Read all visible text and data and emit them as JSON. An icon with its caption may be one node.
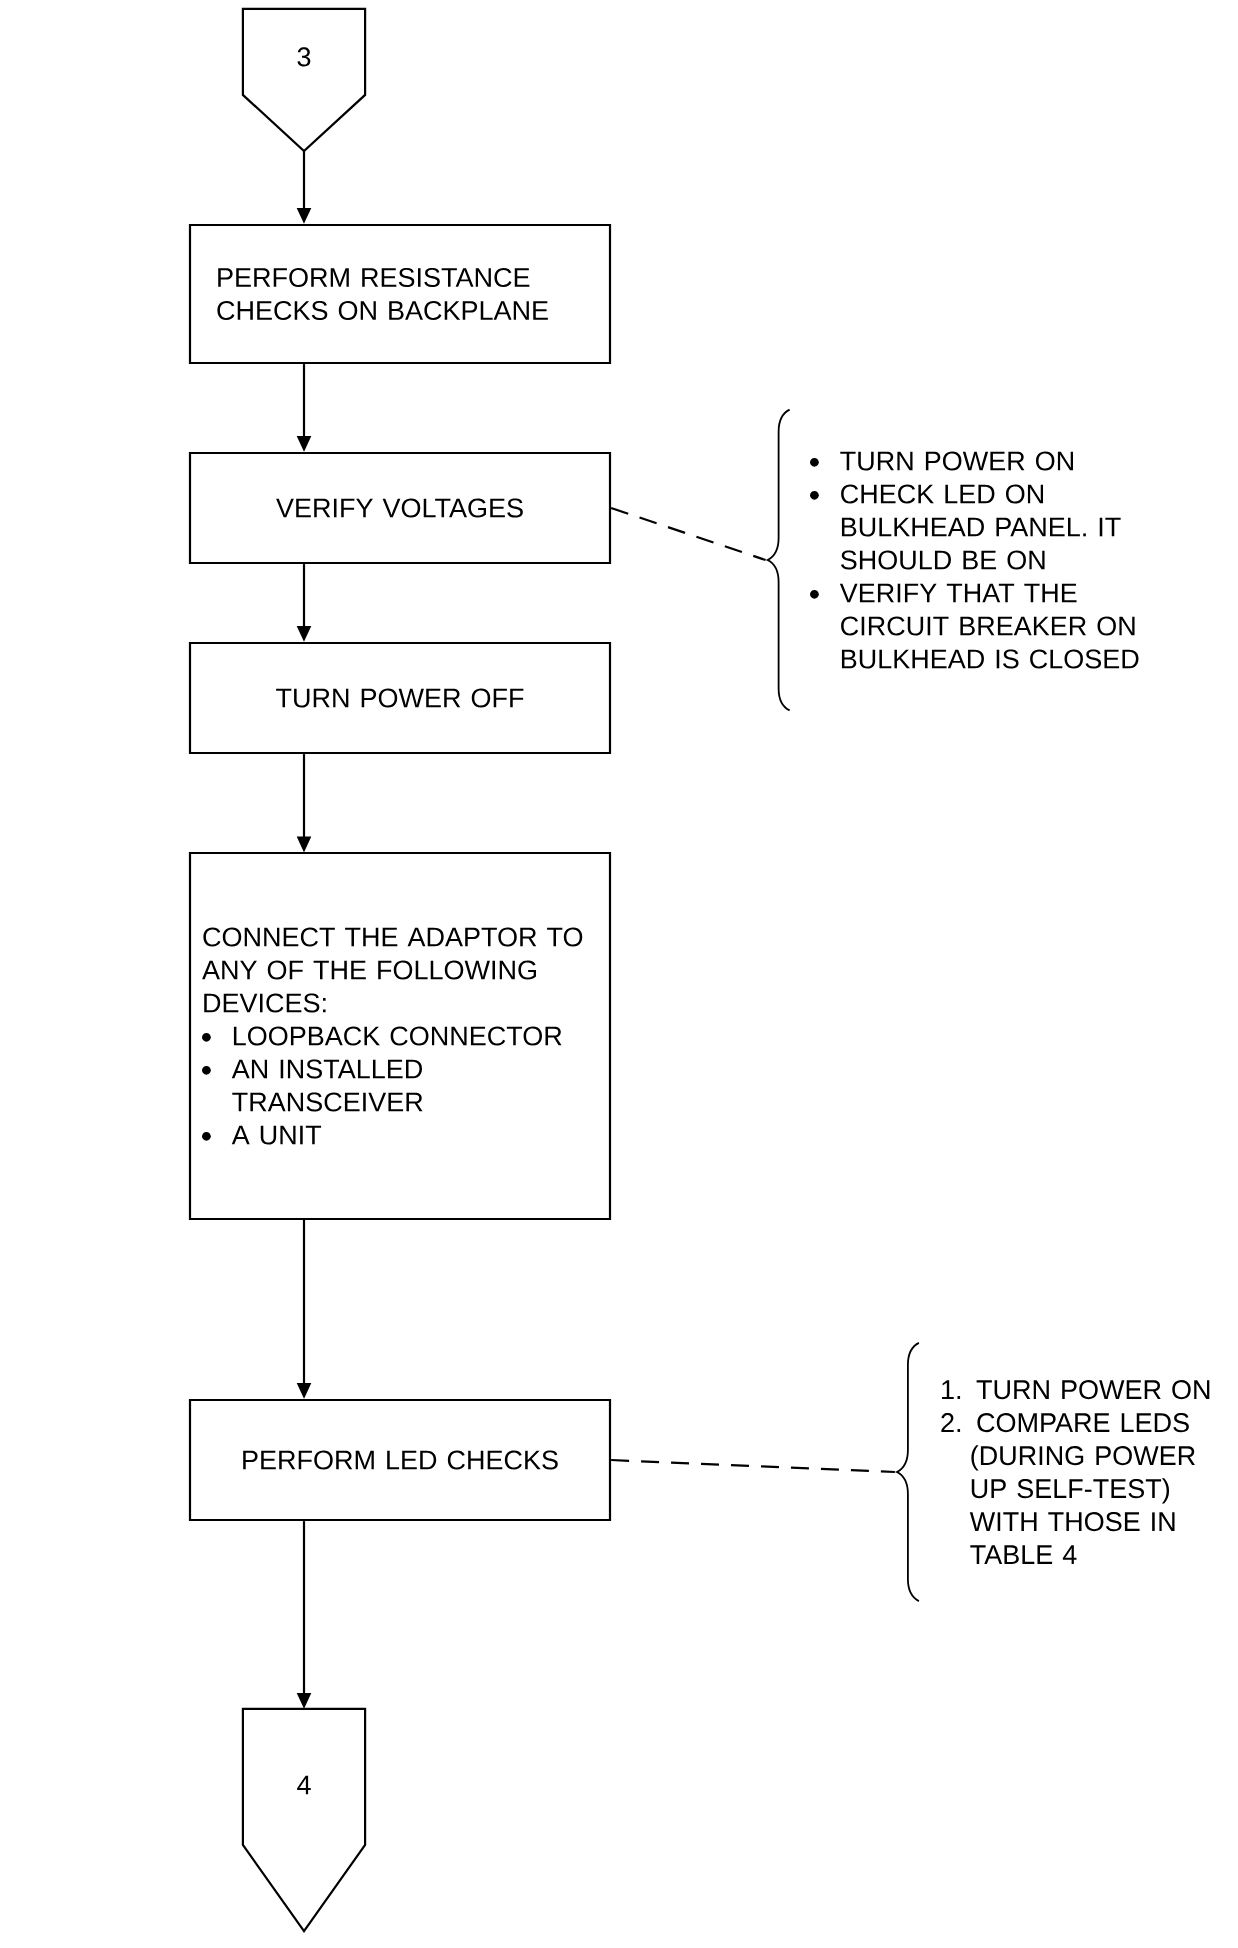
{
  "diagram": {
    "nodes": [
      {
        "text": [
          "3"
        ]
      },
      {
        "text": [
          "PERFORM RESISTANCE CHECKS ON BACKPLANE"
        ]
      },
      {
        "text": [
          "VERIFY VOLTAGES"
        ]
      },
      {
        "text": [
          "TURN POWER ON",
          "CHECK LED ON BULKHEAD PANEL. IT SHOULD BE ON",
          "VERIFY THAT THE CIRCUIT BREAKER ON BULKHEAD IS CLOSED"
        ]
      },
      {
        "text": [
          "TURN POWER OFF"
        ]
      },
      {
        "text": [
          "CONNECT THE ADAPTOR TO ANY OF THE FOLLOWING DEVICES:",
          "LOOPBACK CONNECTOR",
          "AN INSTALLED TRANSCEIVER",
          "A UNIT"
        ]
      },
      {
        "text": [
          "PERFORM LED CHECKS"
        ]
      },
      {
        "text": [
          "1. TURN POWER ON",
          "2. COMPARE LEDS (DURING POWER UP SELF-TEST) WITH THOSE IN TABLE 4"
        ]
      },
      {
        "text": [
          "4"
        ]
      }
    ],
    "edges": [
      {
        "from": 0,
        "to": 1,
        "arrow": "to"
      },
      {
        "from": 1,
        "to": 2,
        "arrow": "to"
      },
      {
        "from": 2,
        "to": 3,
        "arrow": "none",
        "style": "dashed"
      },
      {
        "from": 2,
        "to": 4,
        "arrow": "to"
      },
      {
        "from": 4,
        "to": 5,
        "arrow": "to"
      },
      {
        "from": 5,
        "to": 6,
        "arrow": "to"
      },
      {
        "from": 6,
        "to": 7,
        "arrow": "none",
        "style": "dashed"
      },
      {
        "from": 6,
        "to": 8,
        "arrow": "to"
      }
    ]
  }
}
